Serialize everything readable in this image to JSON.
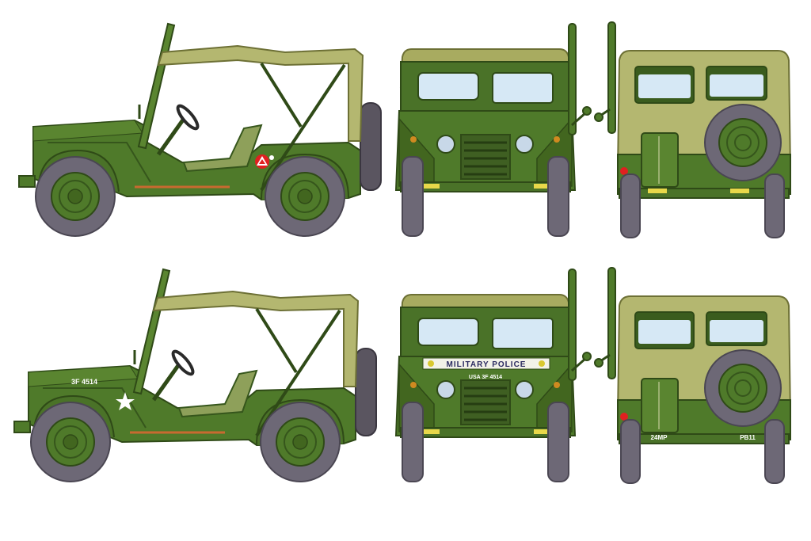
{
  "illustration": {
    "subject": "M151 military utility vehicle profile plates",
    "rows": [
      {
        "name": "standard-scheme",
        "views": [
          "side",
          "front",
          "rear"
        ],
        "side_emblem": "red-triangle-unit-insignia",
        "bumper_codes_front": [
          "",
          ""
        ],
        "bumper_codes_rear": [
          "",
          ""
        ]
      },
      {
        "name": "military-police-scheme",
        "views": [
          "side",
          "front",
          "rear"
        ],
        "hood_number": "3F 4514",
        "side_emblem": "white-star",
        "windshield_banner": "MILITARY POLICE",
        "hood_serial": "USA 3F 4514",
        "bumper_codes_rear": [
          "24MP",
          "PB11"
        ]
      }
    ]
  },
  "colors": {
    "body": "#4f7a2a",
    "body_dark": "#36561c",
    "body_light": "#6a9238",
    "canopy": "#b4b770",
    "canopy_dark": "#8e9150",
    "glass": "#d6e8f5",
    "tire": "#6d6876",
    "tire_dark": "#4a4652",
    "red": "#e02020",
    "yellow": "#e8d84a",
    "white": "#ffffff",
    "amber": "#d08a20"
  }
}
